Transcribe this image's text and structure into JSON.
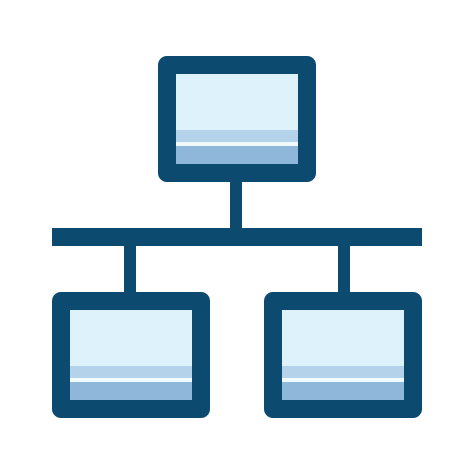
{
  "icon": {
    "name": "network-topology-icon",
    "colors": {
      "frame": "#0d4a6f",
      "screen": "#ddf2fa",
      "band_light": "#b4d3ea",
      "band_dark": "#8fb7da",
      "background": "#ffffff"
    },
    "nodes": [
      "server",
      "client-left",
      "client-right"
    ]
  }
}
